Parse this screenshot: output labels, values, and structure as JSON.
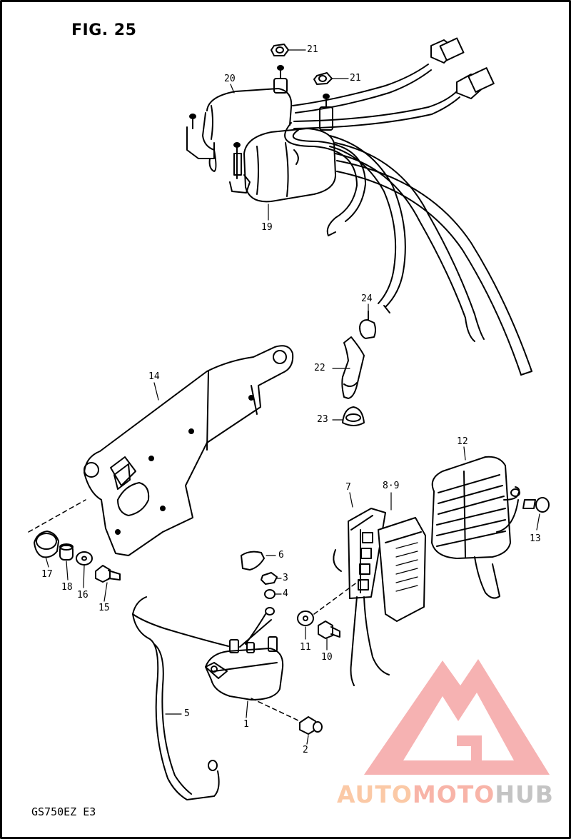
{
  "figure": {
    "title": "FIG. 25",
    "model_code": "GS750EZ  E3"
  },
  "callouts": [
    {
      "id": "21a",
      "label": "21"
    },
    {
      "id": "21b",
      "label": "21"
    },
    {
      "id": "20",
      "label": "20"
    },
    {
      "id": "19",
      "label": "19"
    },
    {
      "id": "24",
      "label": "24"
    },
    {
      "id": "22",
      "label": "22"
    },
    {
      "id": "23",
      "label": "23"
    },
    {
      "id": "14",
      "label": "14"
    },
    {
      "id": "12",
      "label": "12"
    },
    {
      "id": "7",
      "label": "7"
    },
    {
      "id": "89",
      "label": "8·9"
    },
    {
      "id": "13",
      "label": "13"
    },
    {
      "id": "6",
      "label": "6"
    },
    {
      "id": "3",
      "label": "3"
    },
    {
      "id": "4",
      "label": "4"
    },
    {
      "id": "17",
      "label": "17"
    },
    {
      "id": "18",
      "label": "18"
    },
    {
      "id": "16",
      "label": "16"
    },
    {
      "id": "15",
      "label": "15"
    },
    {
      "id": "11",
      "label": "11"
    },
    {
      "id": "10",
      "label": "10"
    },
    {
      "id": "5",
      "label": "5"
    },
    {
      "id": "1",
      "label": "1"
    },
    {
      "id": "2",
      "label": "2"
    }
  ],
  "watermark": {
    "part1": "AUTO",
    "part2": "MOTO",
    "part3": "HUB",
    "colors": {
      "auto": "#fbc9a6",
      "moto": "#f8b4a8",
      "hub": "#c4c4c4",
      "mark": "#f4a5a5"
    }
  },
  "colors": {
    "ink": "#000000",
    "paper": "#ffffff"
  }
}
